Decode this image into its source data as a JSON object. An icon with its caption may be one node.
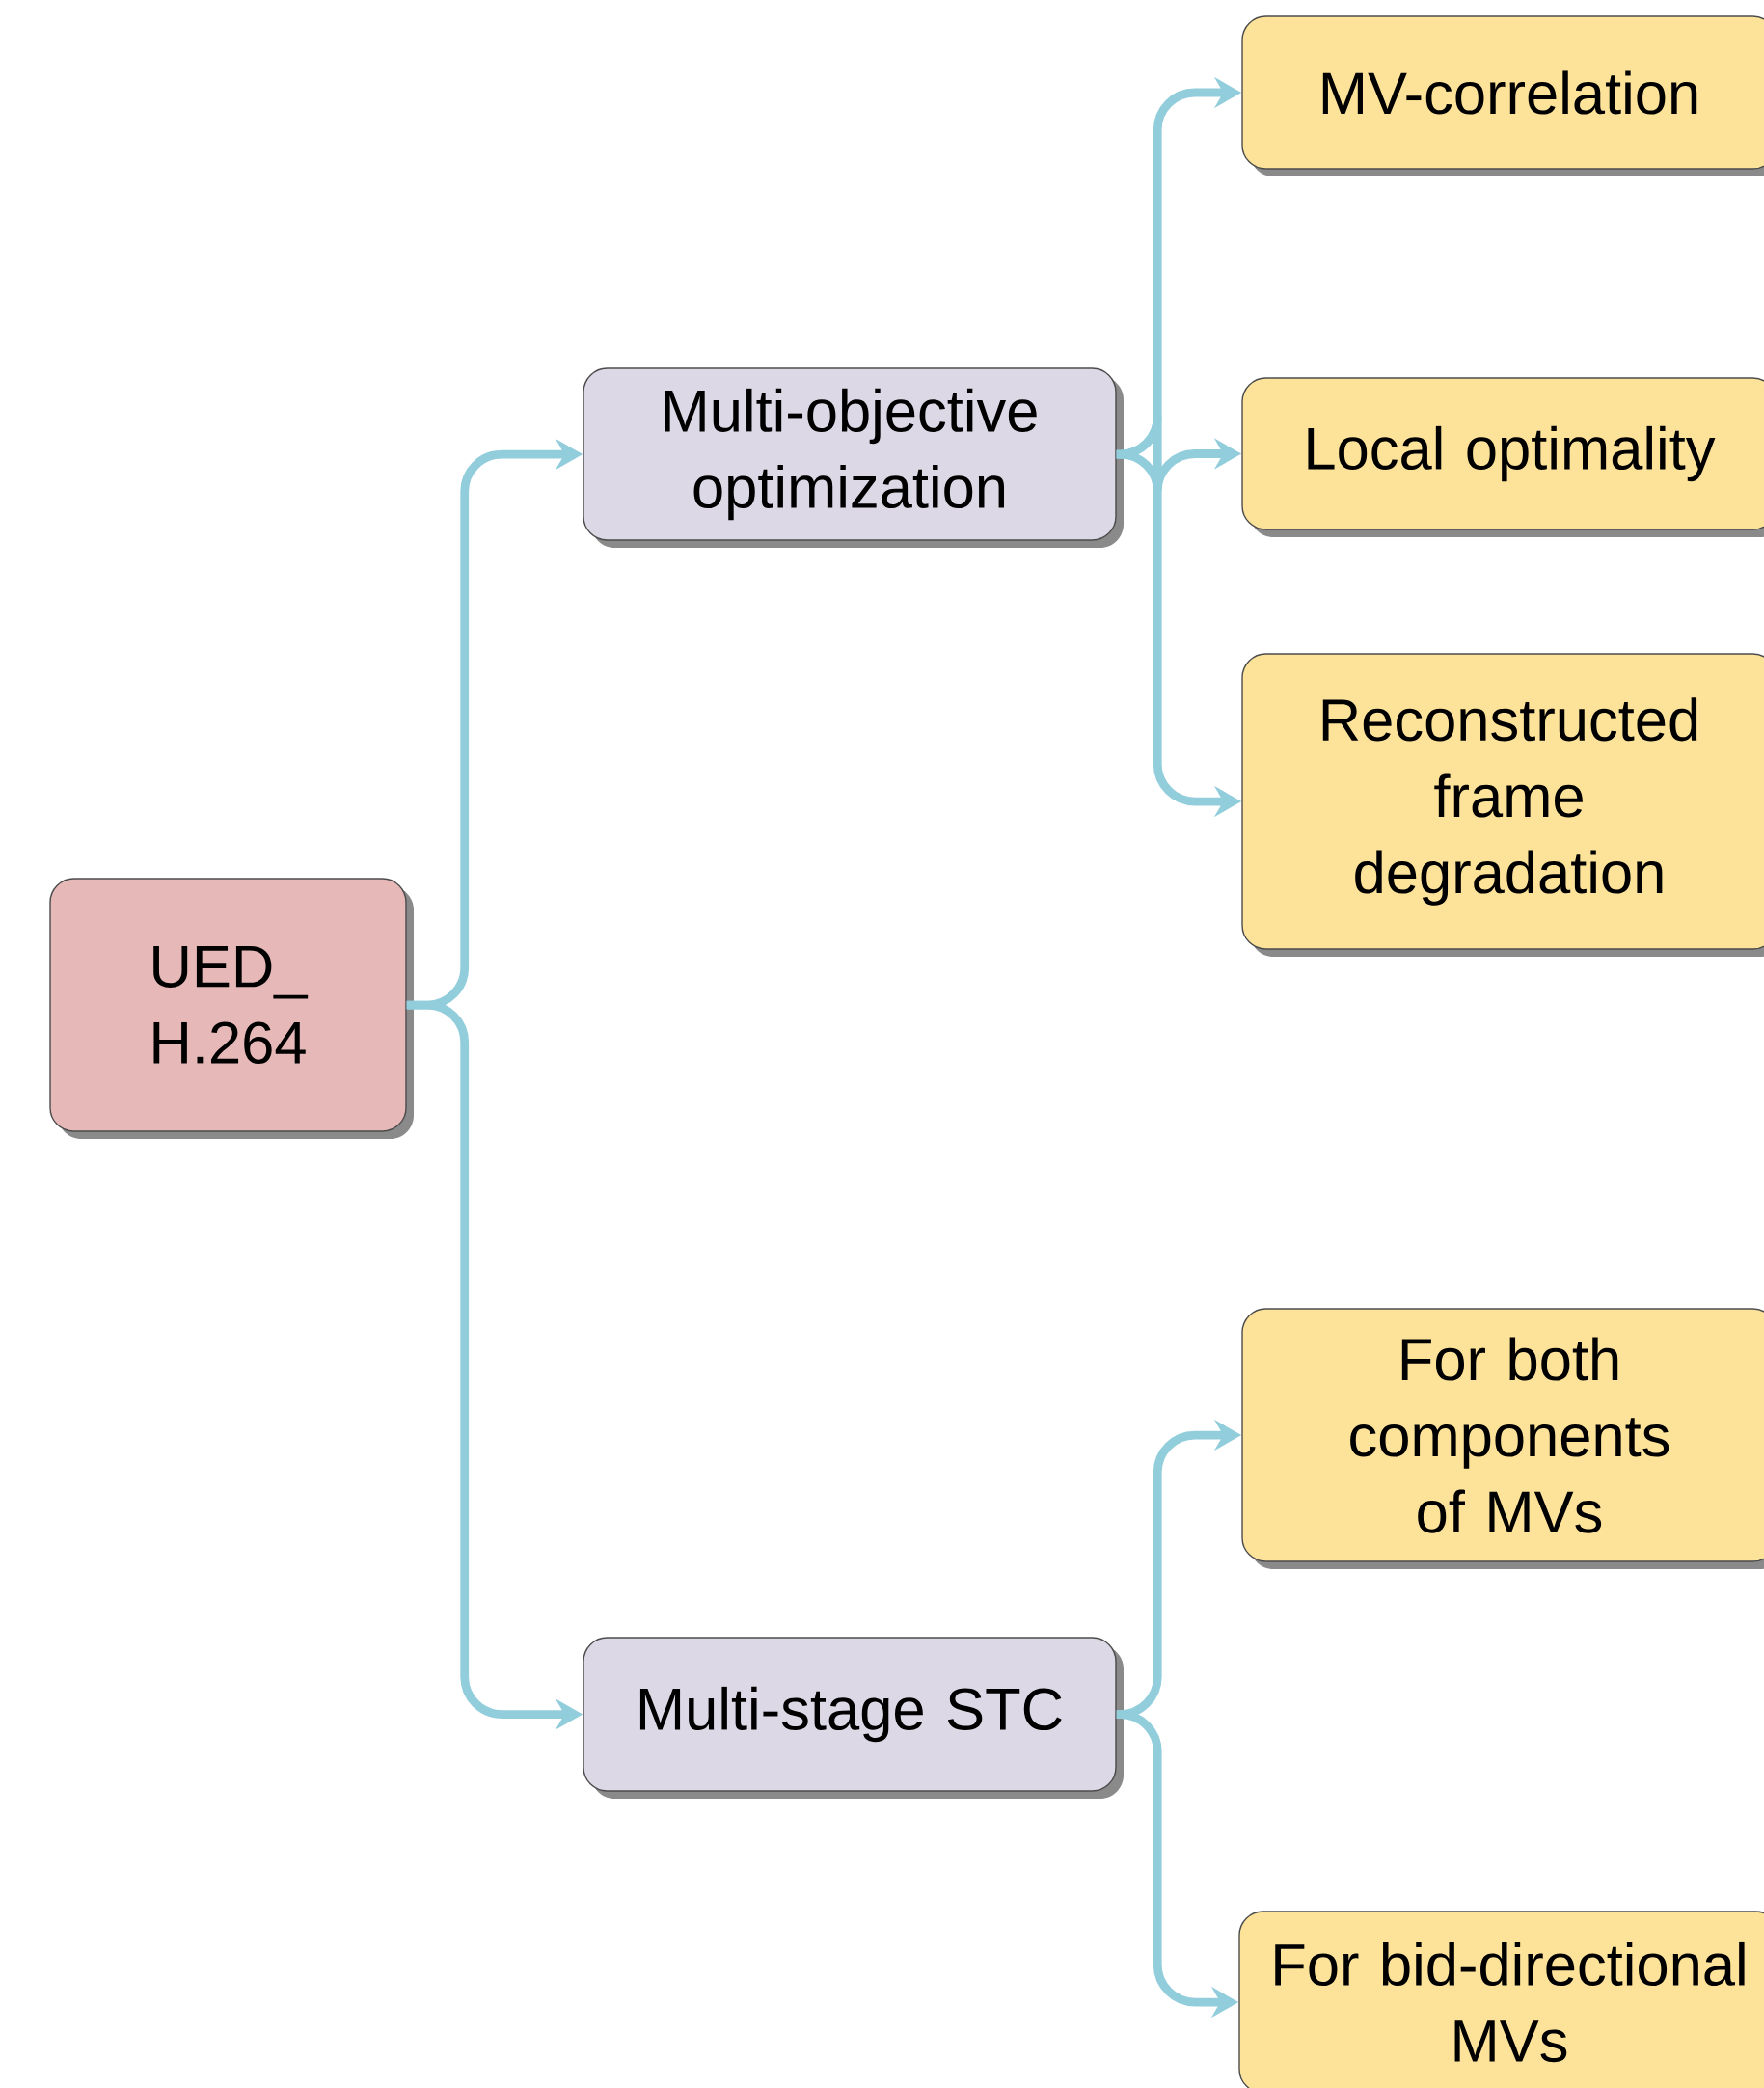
{
  "diagram": {
    "nodes": [
      {
        "text": [
          "UED_ H.264"
        ]
      },
      {
        "text": [
          "Multi-objective optimization"
        ]
      },
      {
        "text": [
          "MV-correlation"
        ]
      },
      {
        "text": [
          "Local optimality"
        ]
      },
      {
        "text": [
          "Reconstructed frame degradation"
        ]
      },
      {
        "text": [
          "Multi-stage STC"
        ]
      },
      {
        "text": [
          "For both components of MVs"
        ]
      },
      {
        "text": [
          "For bid-directional MVs"
        ]
      }
    ],
    "edges": [
      {
        "from": 0,
        "to": 1,
        "arrow": "to"
      },
      {
        "from": 0,
        "to": 5,
        "arrow": "to"
      },
      {
        "from": 1,
        "to": 2,
        "arrow": "to"
      },
      {
        "from": 1,
        "to": 3,
        "arrow": "to"
      },
      {
        "from": 1,
        "to": 4,
        "arrow": "to"
      },
      {
        "from": 5,
        "to": 6,
        "arrow": "to"
      },
      {
        "from": 5,
        "to": 7,
        "arrow": "to"
      }
    ]
  }
}
